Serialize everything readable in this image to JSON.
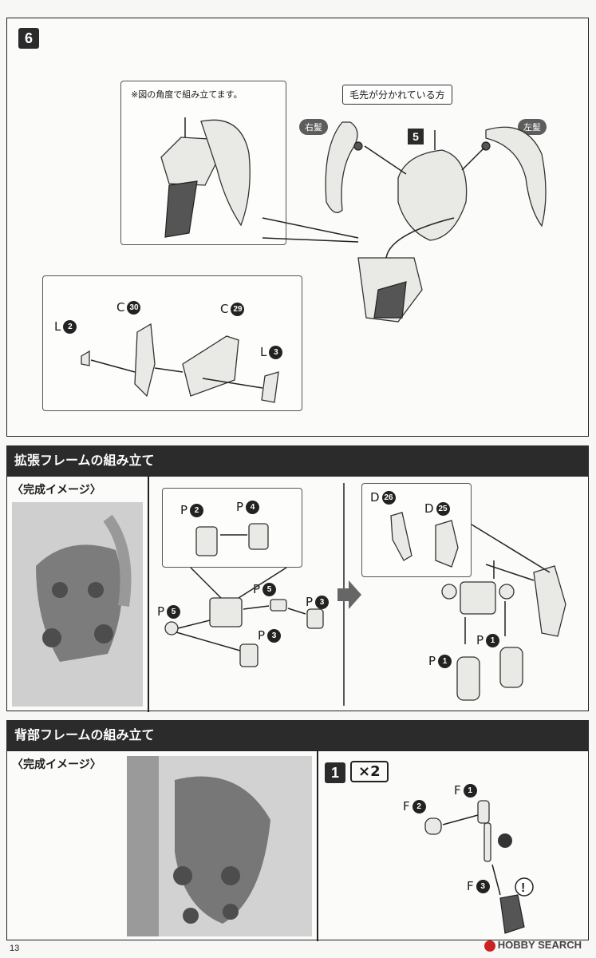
{
  "step6": {
    "badge": "6",
    "note": "※図の角度で組み立てます。",
    "callout": "毛先が分かれている方",
    "right_hair": "右髪",
    "left_hair": "左髪",
    "sub_step": "5",
    "parts": [
      {
        "letter": "L",
        "num": "2"
      },
      {
        "letter": "C",
        "num": "30"
      },
      {
        "letter": "C",
        "num": "29"
      },
      {
        "letter": "L",
        "num": "3"
      }
    ]
  },
  "expansion": {
    "title": "拡張フレームの組み立て",
    "image_caption": "〈完成イメージ〉",
    "parts_a": [
      {
        "letter": "P",
        "num": "2"
      },
      {
        "letter": "P",
        "num": "4"
      },
      {
        "letter": "P",
        "num": "5"
      },
      {
        "letter": "P",
        "num": "5"
      },
      {
        "letter": "P",
        "num": "3"
      },
      {
        "letter": "P",
        "num": "3"
      }
    ],
    "parts_b": [
      {
        "letter": "D",
        "num": "26"
      },
      {
        "letter": "D",
        "num": "25"
      },
      {
        "letter": "P",
        "num": "1"
      },
      {
        "letter": "P",
        "num": "1"
      }
    ]
  },
  "back": {
    "title": "背部フレームの組み立て",
    "image_caption": "〈完成イメージ〉",
    "step_badge": "1",
    "multiplier": "×2",
    "parts": [
      {
        "letter": "F",
        "num": "1"
      },
      {
        "letter": "F",
        "num": "2"
      },
      {
        "letter": "F",
        "num": "3"
      }
    ]
  },
  "footer": {
    "page_number": "13",
    "watermark": "HOBBY SEARCH"
  }
}
